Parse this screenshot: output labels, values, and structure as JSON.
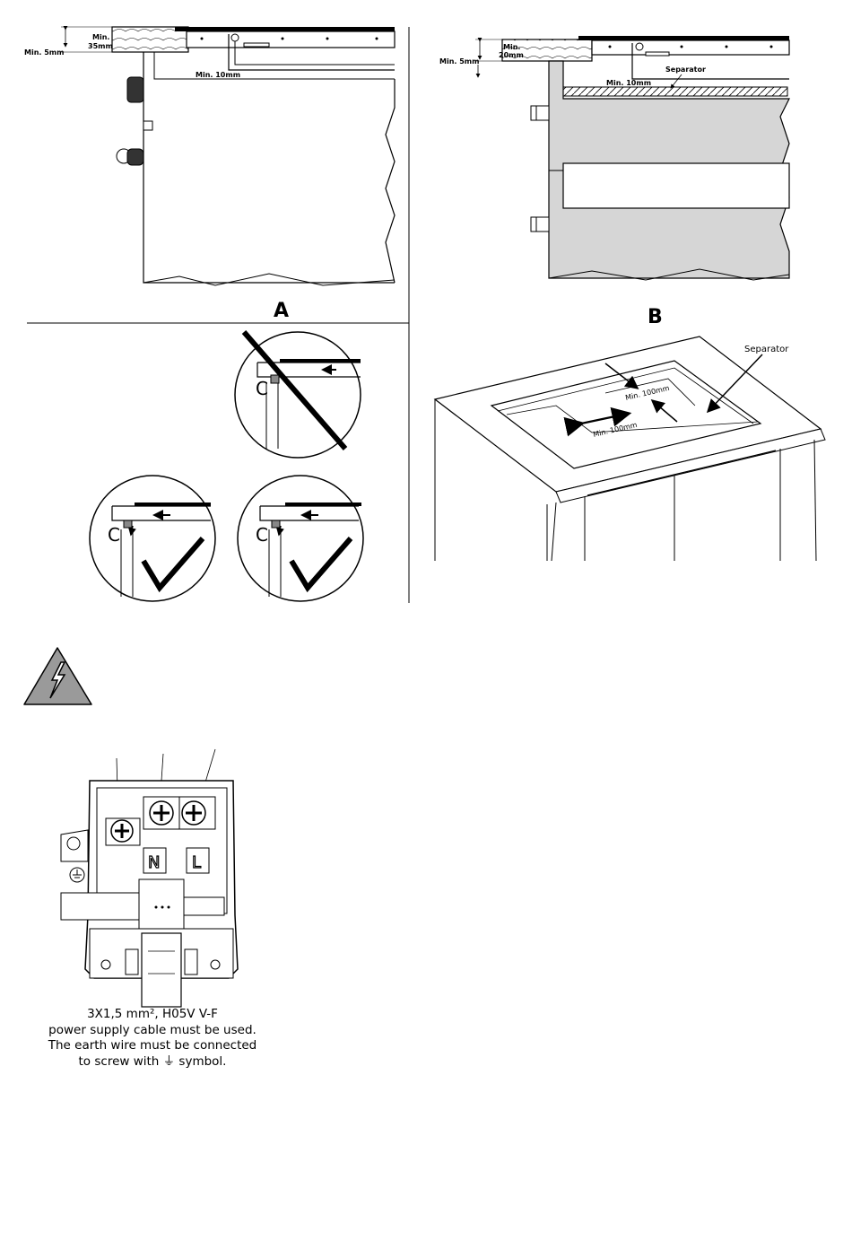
{
  "figure_a": {
    "label": "A",
    "dim_top": "Min.\n35mm",
    "dim_top_line1": "Min.",
    "dim_top_line2": "35mm",
    "dim_side": "Min. 5mm",
    "dim_gap": "Min. 10mm"
  },
  "figure_b": {
    "label": "B",
    "dim_top_line1": "Min.",
    "dim_top_line2": "20mm",
    "dim_side": "Min. 5mm",
    "dim_gap": "Min. 10mm",
    "separator": "Separator"
  },
  "clips": {
    "letter_c": "C"
  },
  "figure_3d": {
    "separator": "Separator",
    "dim_a": "Min. 100mm",
    "dim_b": "Min. 100mm"
  },
  "terminal": {
    "neutral": "N",
    "live": "L"
  },
  "caption": {
    "line1": "3X1,5 mm², H05V V-F",
    "line2": "power supply cable must be used.",
    "line3": "The earth wire must be connected",
    "line4": "to screw with ⏚ symbol."
  },
  "colors": {
    "stroke": "#000000",
    "cabinet_fill": "#d6d6d6",
    "warning_fill": "#9a9a9a"
  }
}
